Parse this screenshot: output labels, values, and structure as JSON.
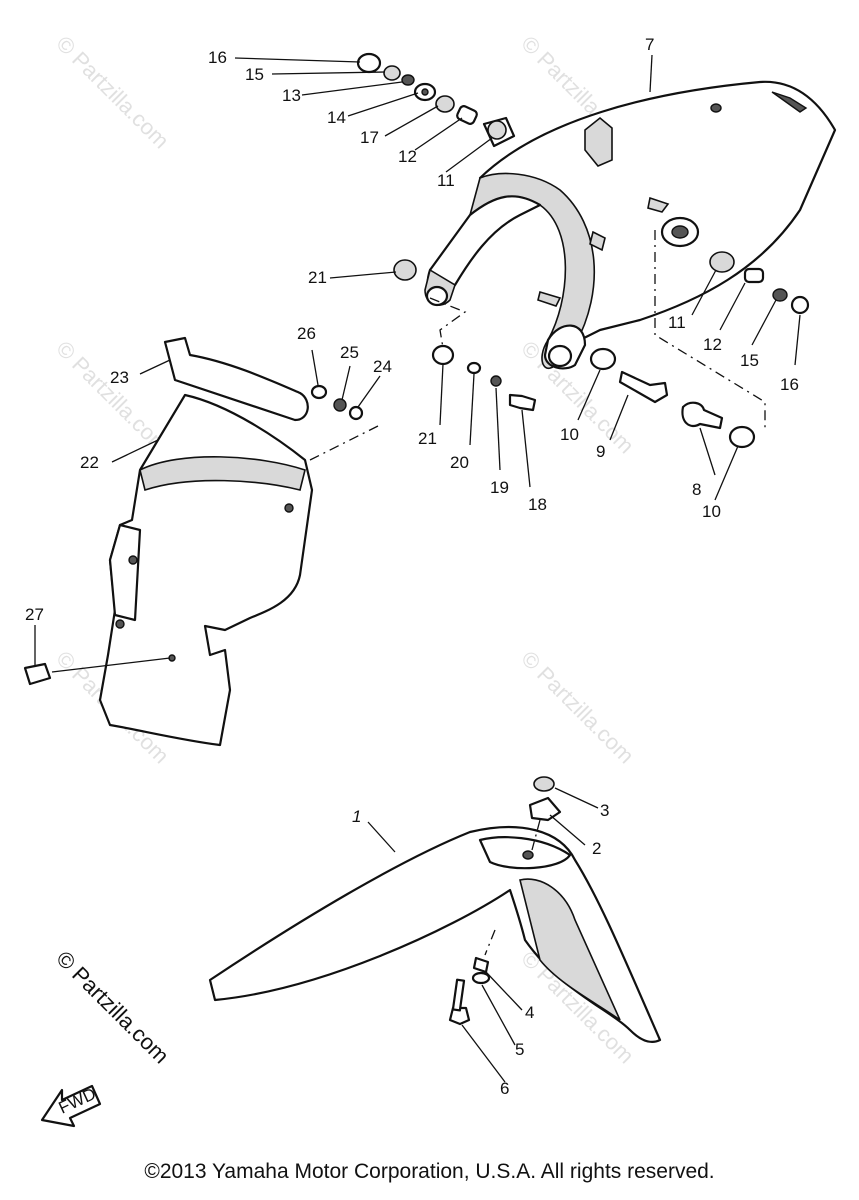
{
  "callouts": {
    "c1": "1",
    "c2": "2",
    "c3": "3",
    "c4": "4",
    "c5": "5",
    "c6": "6",
    "c7": "7",
    "c8": "8",
    "c9": "9",
    "c10a": "10",
    "c10b": "10",
    "c11a": "11",
    "c11b": "11",
    "c12a": "12",
    "c12b": "12",
    "c13": "13",
    "c14": "14",
    "c15a": "15",
    "c15b": "15",
    "c16a": "16",
    "c16b": "16",
    "c17": "17",
    "c18": "18",
    "c19": "19",
    "c20": "20",
    "c21a": "21",
    "c21b": "21",
    "c22": "22",
    "c23": "23",
    "c24": "24",
    "c25": "25",
    "c26": "26",
    "c27": "27"
  },
  "watermark": "© Partzilla.com",
  "fwd_label": "FWD",
  "footer": "©2013 Yamaha Motor Corporation, U.S.A. All rights reserved."
}
